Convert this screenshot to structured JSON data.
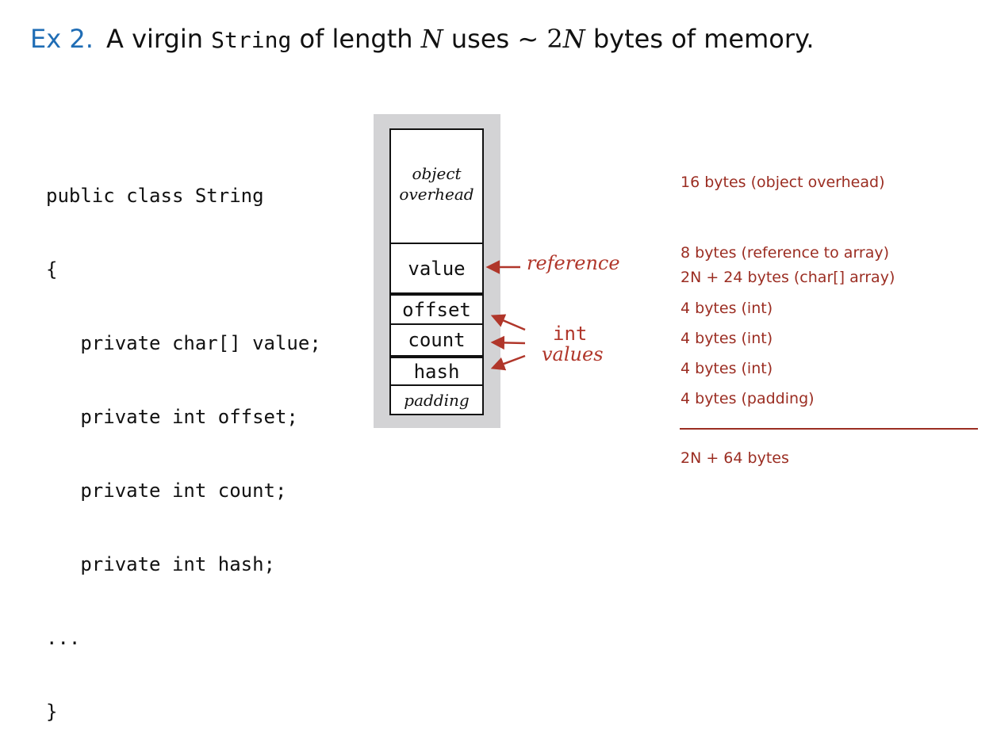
{
  "title": {
    "ex": "Ex 2.",
    "part1": "A virgin",
    "code_word": "String",
    "part2": "of length",
    "n1": "N",
    "part3": "uses ~",
    "two": "2",
    "n2": "N",
    "part4": "bytes of memory."
  },
  "code_lines": [
    "public class String",
    "{",
    "   private char[] value;",
    "   private int offset;",
    "   private int count;",
    "   private int hash;",
    "...",
    "}"
  ],
  "memory_cells": {
    "overhead_line1": "object",
    "overhead_line2": "overhead",
    "value": "value",
    "offset": "offset",
    "count": "count",
    "hash": "hash",
    "padding": "padding"
  },
  "labels": {
    "reference": "reference",
    "int": "int",
    "values": "values"
  },
  "byte_counts": {
    "overhead": "16 bytes (object overhead)",
    "reference": "8 bytes (reference to array)",
    "char_array": "2N + 24 bytes (char[] array)",
    "offset": "4 bytes (int)",
    "count": "4 bytes (int)",
    "hash": "4 bytes (int)",
    "padding": "4 bytes (padding)",
    "total": "2N + 64 bytes"
  },
  "colors": {
    "accent_blue": "#1f6db5",
    "annotation_red": "#b0362a",
    "bytes_red": "#9b2d22",
    "memory_bg": "#d3d3d5"
  }
}
